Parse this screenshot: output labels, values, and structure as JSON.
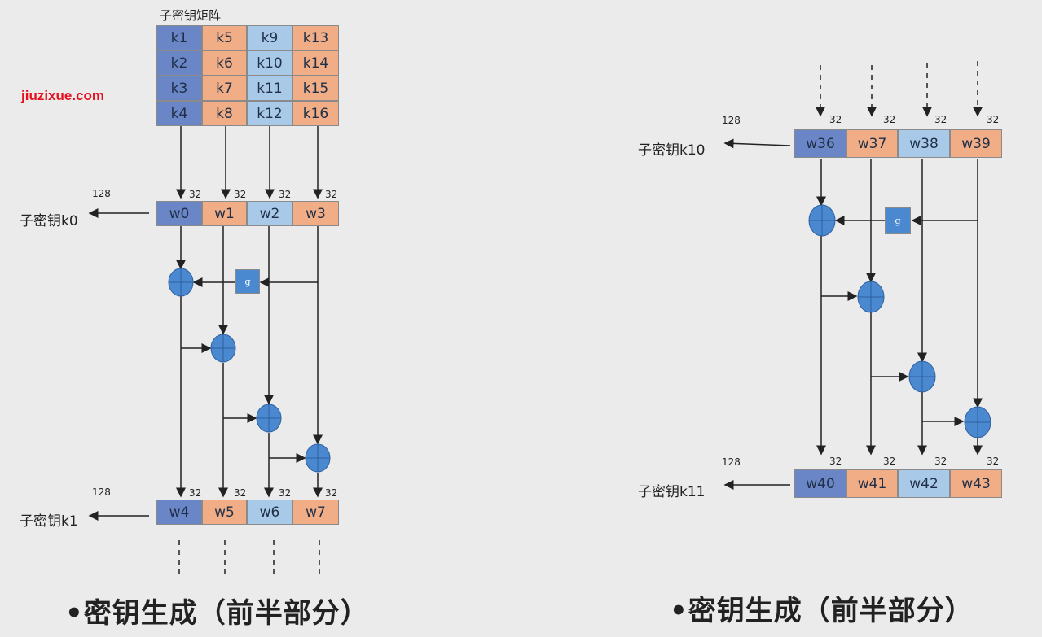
{
  "watermark": "jiuzixue.com",
  "left": {
    "matrix_title": "子密钥矩阵",
    "matrix_rows": [
      [
        "k1",
        "k5",
        "k9",
        "k13"
      ],
      [
        "k2",
        "k6",
        "k10",
        "k14"
      ],
      [
        "k3",
        "k7",
        "k11",
        "k15"
      ],
      [
        "k4",
        "k8",
        "k12",
        "k16"
      ]
    ],
    "row0": {
      "label": "子密钥k0",
      "width": "128",
      "words": [
        "w0",
        "w1",
        "w2",
        "w3"
      ]
    },
    "row1": {
      "label": "子密钥k1",
      "width": "128",
      "words": [
        "w4",
        "w5",
        "w6",
        "w7"
      ]
    },
    "bits": "32",
    "g_label": "g",
    "caption": "•密钥生成（前半部分）"
  },
  "right": {
    "row0": {
      "label": "子密钥k10",
      "width": "128",
      "words": [
        "w36",
        "w37",
        "w38",
        "w39"
      ]
    },
    "row1": {
      "label": "子密钥k11",
      "width": "128",
      "words": [
        "w40",
        "w41",
        "w42",
        "w43"
      ]
    },
    "bits": "32",
    "g_label": "g",
    "caption": "•密钥生成（前半部分）"
  },
  "colors": {
    "col1": "#6a86c6",
    "col2": "#f0ad86",
    "col3": "#a9c9e8",
    "col4": "#f0ad86",
    "xor": "#4a88d0",
    "gbox": "#4a88d0"
  }
}
